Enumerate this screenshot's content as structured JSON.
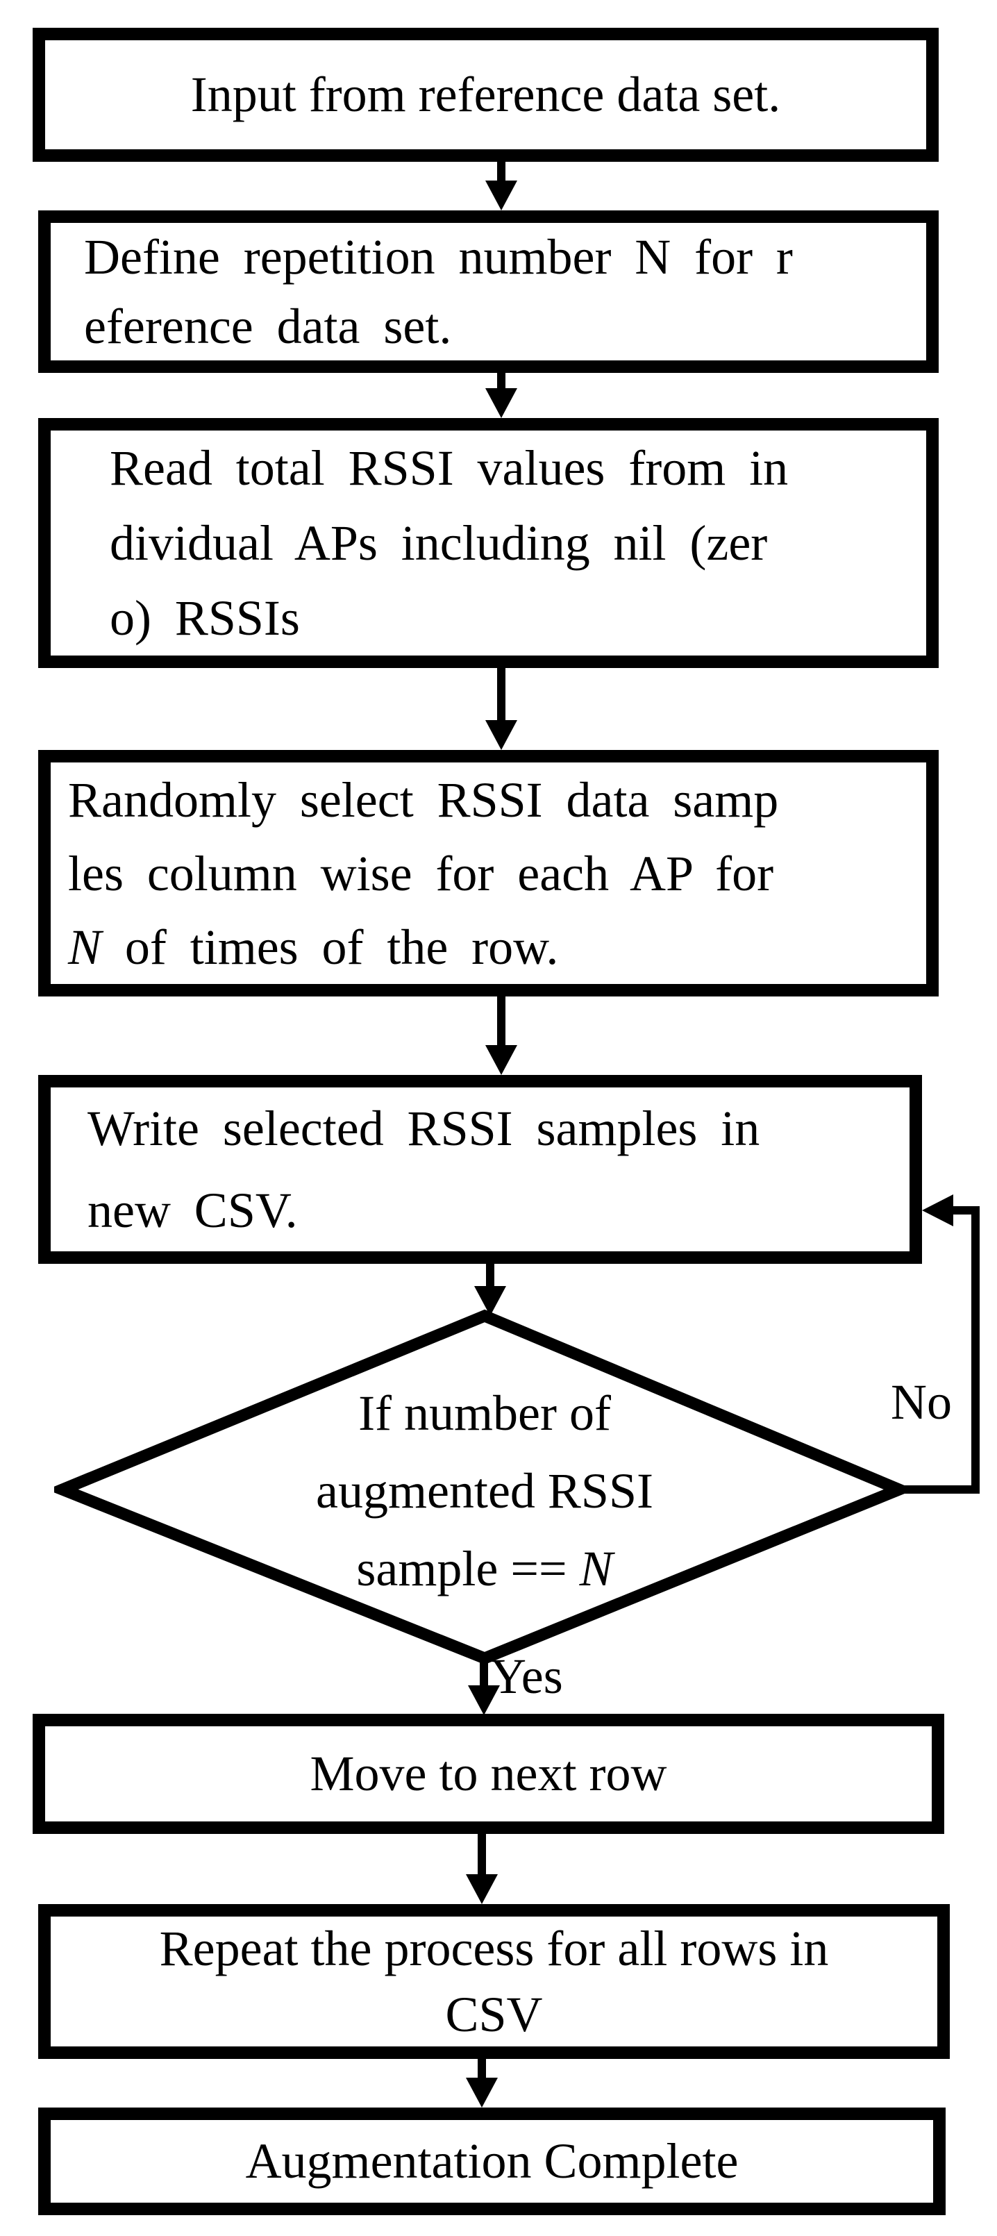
{
  "figure": {
    "title": "RSSI data augmentation flowchart",
    "ink_color": "#000000",
    "paper_color": "#ffffff"
  },
  "labels": {
    "no": "No",
    "yes": "Yes"
  },
  "nodes": {
    "input": {
      "lines": [
        [
          {
            "t": "Input from reference data set."
          }
        ]
      ]
    },
    "define": {
      "lines": [
        [
          {
            "t": "Define repetition number N for r"
          }
        ],
        [
          {
            "t": "eference data set."
          }
        ]
      ]
    },
    "read": {
      "lines": [
        [
          {
            "t": "Read total RSSI values from in"
          }
        ],
        [
          {
            "t": "dividual APs including nil (zer"
          }
        ],
        [
          {
            "t": "o) RSSIs"
          }
        ]
      ]
    },
    "select": {
      "lines": [
        [
          {
            "t": "Randomly select RSSI data samp"
          }
        ],
        [
          {
            "t": "les column wise for each AP for"
          }
        ],
        [
          {
            "t": "N",
            "i": true
          },
          {
            "t": " of times of the row."
          }
        ]
      ]
    },
    "write": {
      "lines": [
        [
          {
            "t": "Write selected RSSI samples in"
          }
        ],
        [
          {
            "t": "new CSV."
          }
        ]
      ]
    },
    "decision": {
      "lines": [
        [
          {
            "t": "If number of"
          }
        ],
        [
          {
            "t": "augmented RSSI"
          }
        ],
        [
          {
            "t": "sample == "
          },
          {
            "t": "N",
            "i": true
          }
        ]
      ]
    },
    "move": {
      "lines": [
        [
          {
            "t": "Move to next row"
          }
        ]
      ]
    },
    "repeat": {
      "lines": [
        [
          {
            "t": "Repeat the process for all rows in"
          }
        ],
        [
          {
            "t": "CSV"
          }
        ]
      ]
    },
    "complete": {
      "lines": [
        [
          {
            "t": "Augmentation Complete"
          }
        ]
      ]
    }
  }
}
